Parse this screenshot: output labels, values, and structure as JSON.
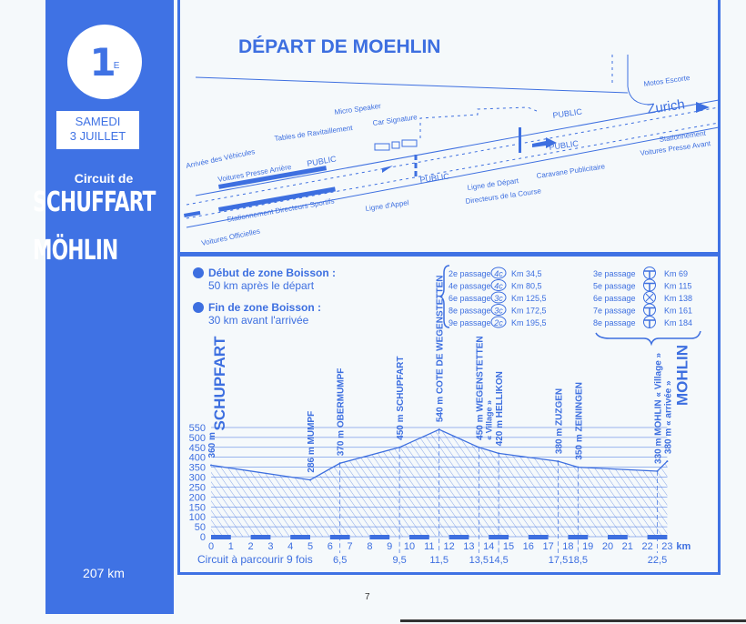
{
  "sidebar": {
    "stage": "1",
    "stage_suffix": "E",
    "day": "SAMEDI",
    "date": "3 JUILLET",
    "circuit_prefix": "Circuit de",
    "title_line1": "SCHUFFART",
    "title_line2": "MÖHLIN",
    "distance": "207 km"
  },
  "map": {
    "title": "DÉPART DE MOEHLIN",
    "labels": [
      "Arrivée des Véhicules",
      "Voitures Presse Arrière",
      "PUBLIC",
      "Tables de Ravitaillement",
      "Micro Speaker",
      "Car Signature",
      "PUBLIC",
      "PUBLIC",
      "PUBLIC",
      "Ligne d'Appel",
      "Ligne de Départ",
      "Directeurs de la Course",
      "Stationnement Directeurs Sportifs",
      "Voitures Officielles",
      "Caravane Publicitaire",
      "Stationnement",
      "Voitures Presse Avant",
      "Motos Escorte",
      "Zurich"
    ]
  },
  "legend": {
    "start_zone": "Début de zone Boisson :",
    "start_zone_detail": "50 km après le départ",
    "end_zone": "Fin de zone Boisson :",
    "end_zone_detail": "30 km avant l'arrivée"
  },
  "passages_left": [
    {
      "label": "2e passage",
      "category": "4c",
      "km": "Km  34,5"
    },
    {
      "label": "4e passage",
      "category": "4c",
      "km": "Km  80,5"
    },
    {
      "label": "6e passage",
      "category": "3c",
      "km": "Km 125,5"
    },
    {
      "label": "8e passage",
      "category": "3c",
      "km": "Km 172,5"
    },
    {
      "label": "9e passage",
      "category": "2c",
      "km": "Km 195,5"
    }
  ],
  "passages_right": [
    {
      "label": "3e passage",
      "icon": "sprint-icon",
      "km": "Km  69"
    },
    {
      "label": "5e passage",
      "icon": "sprint-icon",
      "km": "Km 115"
    },
    {
      "label": "6e passage",
      "icon": "crossed-circle-icon",
      "km": "Km 138"
    },
    {
      "label": "7e passage",
      "icon": "sprint-icon",
      "km": "Km 161"
    },
    {
      "label": "8e passage",
      "icon": "sprint-icon",
      "km": "Km 184"
    }
  ],
  "chart_data": {
    "type": "area",
    "x_unit": "km",
    "ylim": [
      0,
      550
    ],
    "xlim": [
      0,
      23
    ],
    "y_ticks": [
      0,
      50,
      100,
      150,
      200,
      250,
      300,
      350,
      400,
      450,
      500,
      550
    ],
    "x_ticks": [
      0,
      1,
      2,
      3,
      4,
      5,
      6,
      7,
      8,
      9,
      10,
      11,
      12,
      13,
      14,
      15,
      16,
      17,
      18,
      19,
      20,
      21,
      22,
      23
    ],
    "x_unit_label": "km",
    "secondary_ticks": [
      "6,5",
      "9,5",
      "11,5",
      "13,5",
      "14,5",
      "17,5",
      "18,5",
      "22,5"
    ],
    "secondary_values": [
      6.5,
      9.5,
      11.5,
      13.5,
      14.5,
      17.5,
      18.5,
      22.5
    ],
    "caption": "Circuit à parcourir 9 fois",
    "points": [
      {
        "km": 0,
        "alt": 360,
        "label": "360 m",
        "name": "SCHUPFART"
      },
      {
        "km": 5,
        "alt": 286,
        "label": "286 m MUMPF"
      },
      {
        "km": 6.5,
        "alt": 370,
        "label": "370 m OBERMUMPF"
      },
      {
        "km": 9.5,
        "alt": 450,
        "label": "450 m SCHUPFART"
      },
      {
        "km": 11.5,
        "alt": 540,
        "label": "540 m COTE DE WEGENSTETTEN"
      },
      {
        "km": 13.5,
        "alt": 450,
        "label": "450 m WEGENSTETTEN",
        "sub": "« Village »"
      },
      {
        "km": 14.5,
        "alt": 420,
        "label": "420 m HELLIKON"
      },
      {
        "km": 17.5,
        "alt": 380,
        "label": "380 m ZUZGEN"
      },
      {
        "km": 18.5,
        "alt": 350,
        "label": "350 m ZEININGEN"
      },
      {
        "km": 22.5,
        "alt": 330,
        "label": "330 m MOHLIN « Village »"
      },
      {
        "km": 23,
        "alt": 380,
        "label": "380 m « arrivée »",
        "name": "MOHLIN"
      }
    ]
  },
  "page_number": "7",
  "colors": {
    "brand_blue": "#3f72e4",
    "paper": "#f5f9fb"
  }
}
